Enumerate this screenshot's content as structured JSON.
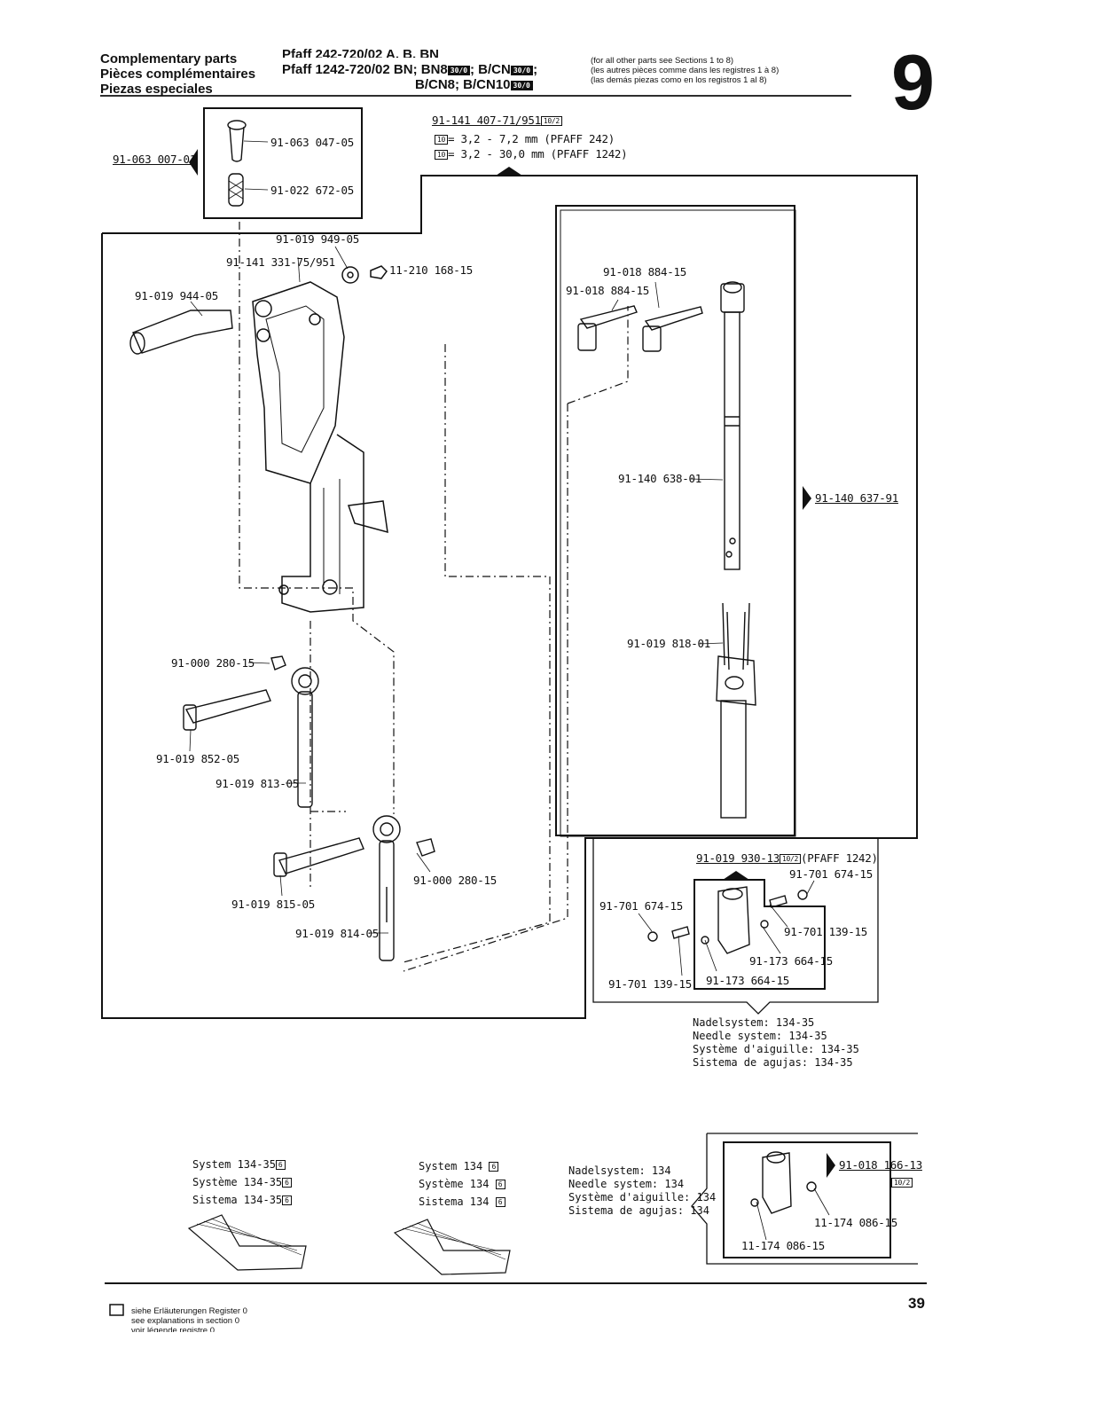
{
  "header": {
    "col1": [
      "Complementary parts",
      "Pièces complémentaires",
      "Piezas especiales"
    ],
    "col2_line1": "Pfaff 242-720/02 A, B, BN",
    "col2_line2_text": "Pfaff 1242-720/02 BN; BN8",
    "col2_line2_b": "; B/CN",
    "col2_line2_end": ";",
    "col2_line3_text": "B/CN8; B/CN10",
    "badge_30_0": "30/0",
    "notes": [
      "(for all other parts see Sections 1 to 8)",
      "(les autres pièces comme dans les registres 1 à 8)",
      "(las demás piezas como en los registros 1 al 8)"
    ],
    "section_number": "9"
  },
  "parts": {
    "p_063_007": "91-063 007-01",
    "p_063_047": "91-063 047-05",
    "p_022_672": "91-022 672-05",
    "p_141_407": "91-141 407-71/951",
    "badge_10_2": "10/2",
    "badge_10": "10",
    "range1": "= 3,2 -  7,2 mm (PFAFF  242)",
    "range2": "= 3,2 - 30,0 mm (PFAFF 1242)",
    "p_019_949": "91-019 949-05",
    "p_141_331": "91-141 331-75/951",
    "p_11_210": "11-210 168-15",
    "p_019_944": "91-019 944-05",
    "p_018_884a": "91-018 884-15",
    "p_018_884b": "91-018 884-15",
    "p_140_638": "91-140 638-01",
    "p_140_637": "91-140 637-91",
    "p_019_818": "91-019 818-01",
    "p_000_280a": "91-000 280-15",
    "p_019_852": "91-019 852-05",
    "p_019_813": "91-019 813-05",
    "p_019_815": "91-019 815-05",
    "p_000_280b": "91-000 280-15",
    "p_019_814": "91-019 814-05",
    "p_019_930": "91-019 930-13",
    "pfaff1242": "(PFAFF 1242)",
    "p_701_674a": "91-701 674-15",
    "p_701_674b": "91-701 674-15",
    "p_701_139a": "91-701 139-15",
    "p_701_139b": "91-701 139-15",
    "p_173_664a": "91-173 664-15",
    "p_173_664b": "91-173 664-15",
    "p_018_166": "91-018 166-13",
    "p_11_174a": "11-174 086-15",
    "p_11_174b": "11-174 086-15"
  },
  "needle_system_a": [
    "Nadelsystem: 134-35",
    "Needle system: 134-35",
    "Système d'aiguille: 134-35",
    "Sistema de agujas: 134-35"
  ],
  "needle_system_b": [
    "Nadelsystem: 134",
    "Needle system: 134",
    "Système d'aiguille: 134",
    "Sistema de agujas: 134"
  ],
  "pack1": [
    "System   134-35",
    "Système  134-35",
    "Sistema  134-35"
  ],
  "pack2": [
    "System   134",
    "Système 134",
    "Sistema   134"
  ],
  "badge_6": "6",
  "footer": {
    "legend": [
      "siehe Erläuterungen Register 0",
      "see explanations in section 0",
      "voir légende registre 0"
    ],
    "page_number": "39"
  }
}
